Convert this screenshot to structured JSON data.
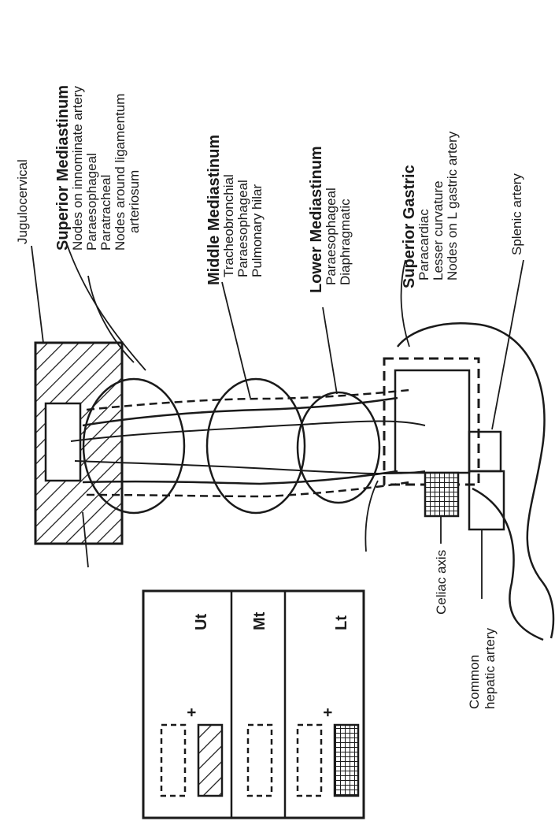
{
  "labels": {
    "jugulocervical": "Jugulocervical",
    "splenic_artery": "Splenic artery",
    "celiac_axis": "Celiac axis",
    "common_hepatic_artery_line1": "Common",
    "common_hepatic_artery_line2": "hepatic artery"
  },
  "groups": {
    "superior_mediastinum": {
      "title": "Superior Mediastinum",
      "items": [
        "Nodes on innominate artery",
        "Paraesophageal",
        "Paratracheal",
        "Nodes around ligamentum",
        "arteriosum"
      ]
    },
    "middle_mediastinum": {
      "title": "Middle Mediastinum",
      "items": [
        "Tracheobronchial",
        "Paraesophageal",
        "Pulmonary hilar"
      ]
    },
    "lower_mediastinum": {
      "title": "Lower Mediastinum",
      "items": [
        "Paraesophageal",
        "Diaphragmatic"
      ]
    },
    "superior_gastric": {
      "title": "Superior Gastric",
      "items": [
        "Paracardiac",
        "Lesser curvature",
        "Nodes on L gastric artery"
      ]
    }
  },
  "legend": {
    "rows": [
      {
        "label": "Ut",
        "plus": "+"
      },
      {
        "label": "Mt",
        "plus": ""
      },
      {
        "label": "Lt",
        "plus": "+"
      }
    ]
  }
}
